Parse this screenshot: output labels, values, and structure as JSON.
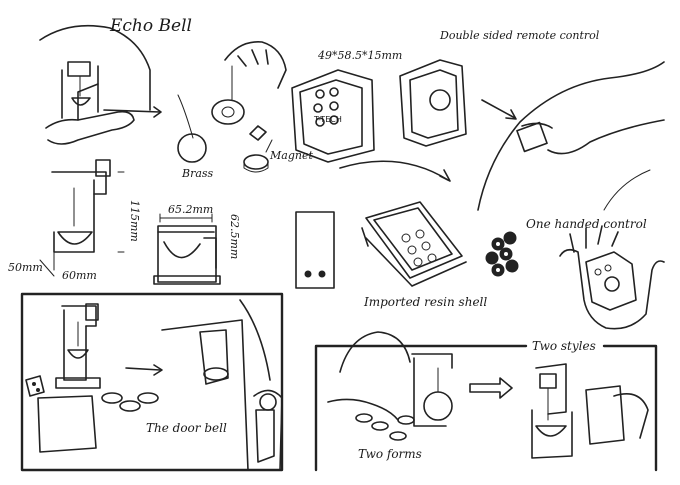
{
  "labels": {
    "title": "Echo Bell",
    "remote_title": "Double sided remote control",
    "remote_dims": "49*58.5*15mm",
    "brass": "Brass",
    "magnet": "Magnet",
    "height_dim": "115mm",
    "depth_dim": "50mm",
    "width_dim": "60mm",
    "bell_width_dim": "65.2mm",
    "bell_height_dim": "62.5mm",
    "remote_brand": "T-TECH",
    "one_handed": "One handed control",
    "resin_shell": "Imported resin shell",
    "door_bell": "The door bell",
    "two_styles": "Two styles",
    "two_forms": "Two forms"
  }
}
